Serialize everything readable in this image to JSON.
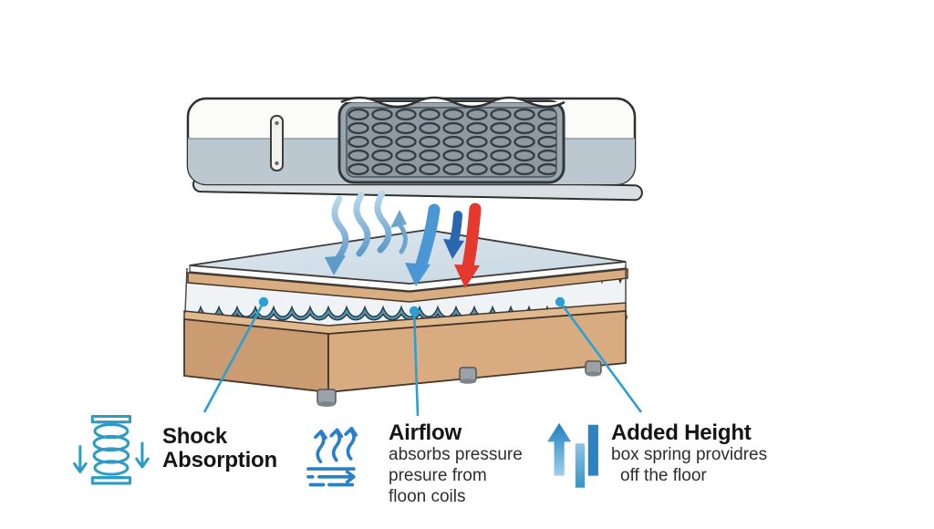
{
  "diagram": {
    "subject": "box-spring-and-mattress-cutaway",
    "colors": {
      "background": "#ffffff",
      "wood": "#d8ac80",
      "wood_dark": "#cb9c72",
      "coil_steel_blue": "#5e93ae",
      "coil_outline": "#1d3948",
      "glass_top": "#d7e2ea",
      "mattress_band": "#bcc8cf",
      "callout_line": "#2b9fd3",
      "arrow_blue": "#4b97d3",
      "arrow_dark_blue": "#2b67b0",
      "arrow_red": "#e6392e",
      "icon_blue": "#2a80c4"
    }
  },
  "features": [
    {
      "id": "shock-absorption",
      "icon": "spring-compression-icon",
      "title": "Shock Absorption",
      "description_lines": []
    },
    {
      "id": "airflow",
      "icon": "airflow-waves-icon",
      "title": "Airflow",
      "description_lines": [
        "absorbs pressure",
        "presure from",
        "floon coils"
      ]
    },
    {
      "id": "added-height",
      "icon": "raised-bars-icon",
      "title": "Added Height",
      "description_lines": [
        "box spring providres",
        "off the floor"
      ]
    }
  ]
}
